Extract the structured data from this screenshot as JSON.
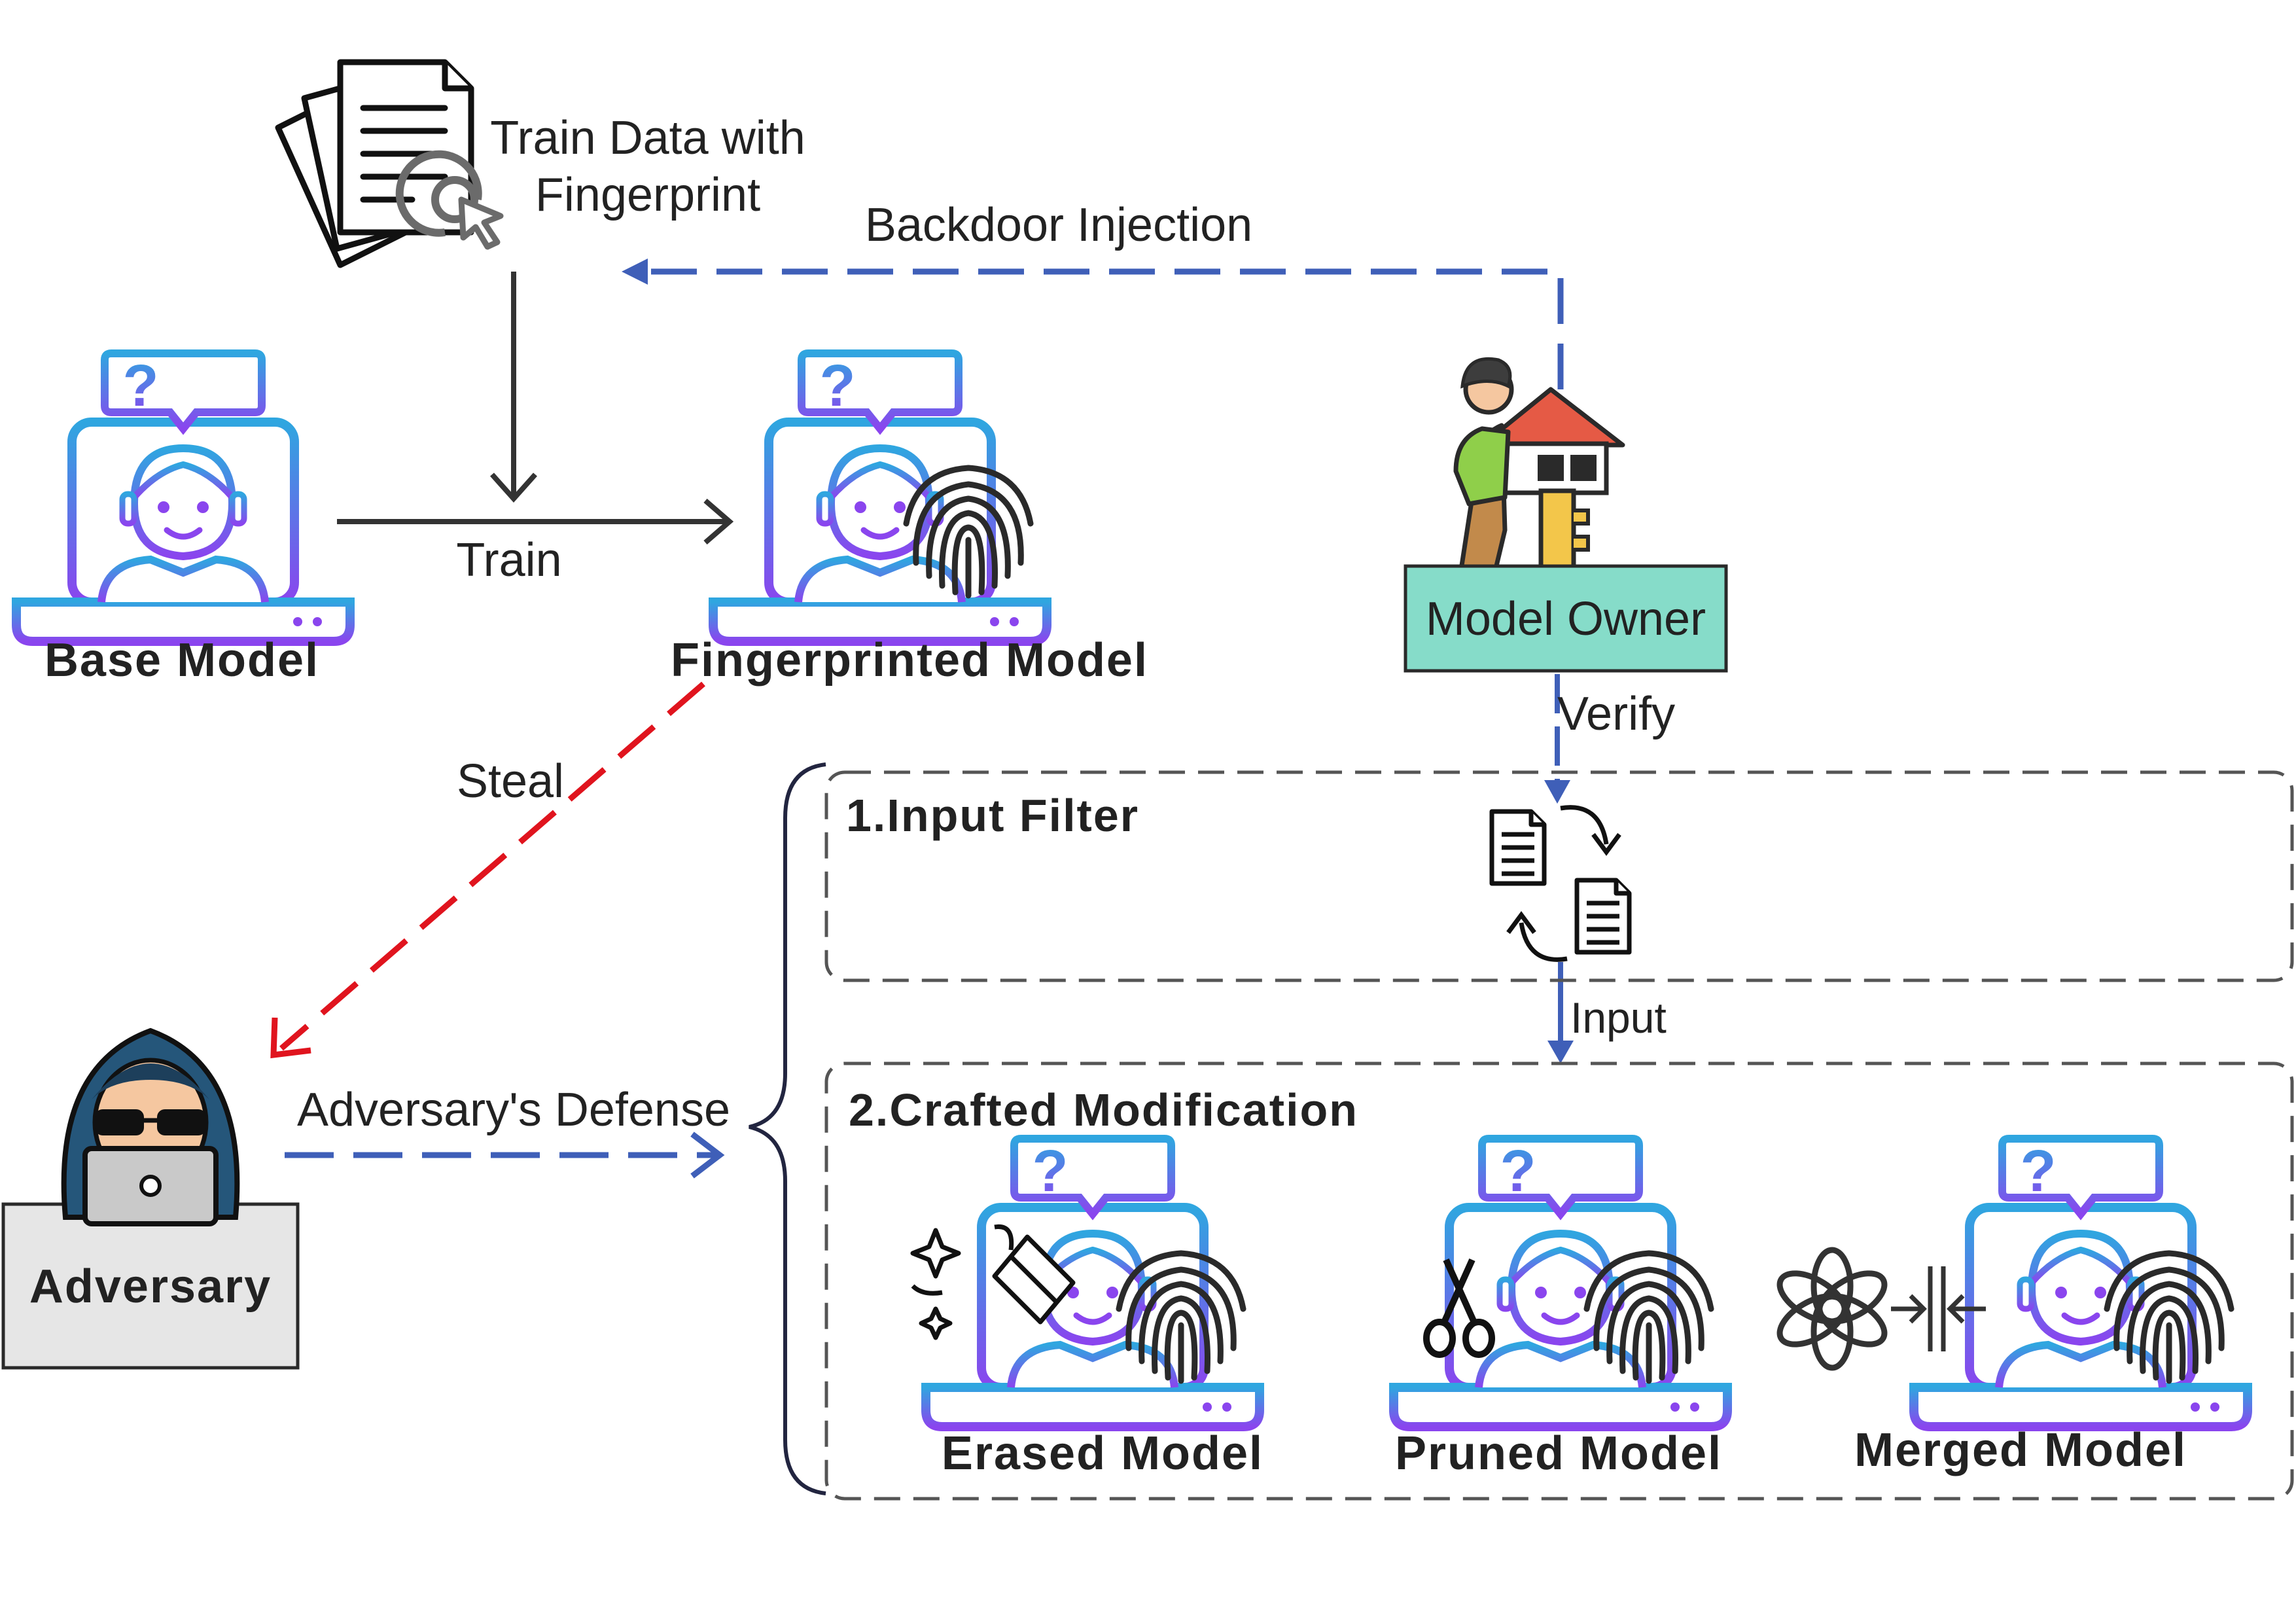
{
  "train_data": {
    "line1": "Train Data with",
    "line2": "Fingerprint"
  },
  "edges": {
    "backdoor": "Backdoor Injection",
    "train": "Train",
    "steal": "Steal",
    "verify": "Verify",
    "input": "Input",
    "defense": "Adversary's Defense"
  },
  "nodes": {
    "base_model": "Base Model",
    "fingerprinted_model": "Fingerprinted Model",
    "model_owner": "Model Owner",
    "adversary": "Adversary"
  },
  "stages": {
    "input_filter": "1.Input Filter",
    "crafted_modification": "2.Crafted Modification"
  },
  "variants": [
    "Erased Model",
    "Pruned Model",
    "Merged Model"
  ],
  "colors": {
    "blue_arrow": "#3f5fb8",
    "red_arrow": "#e0141e",
    "owner_box": "#86dcc9",
    "adversary_box": "#e6e6e6",
    "gradient_top": "#2fa6e0",
    "gradient_bottom": "#8a45ee"
  },
  "icons": {
    "documents": "documents-fingerprint-icon",
    "model": "robot-laptop-icon",
    "fingerprint": "fingerprint-icon",
    "owner": "owner-house-key-icon",
    "hacker": "hacker-icon",
    "filter": "document-swap-icon",
    "eraser": "eraser-icon",
    "scissors": "scissors-icon",
    "merge": "openai-merge-icon"
  }
}
